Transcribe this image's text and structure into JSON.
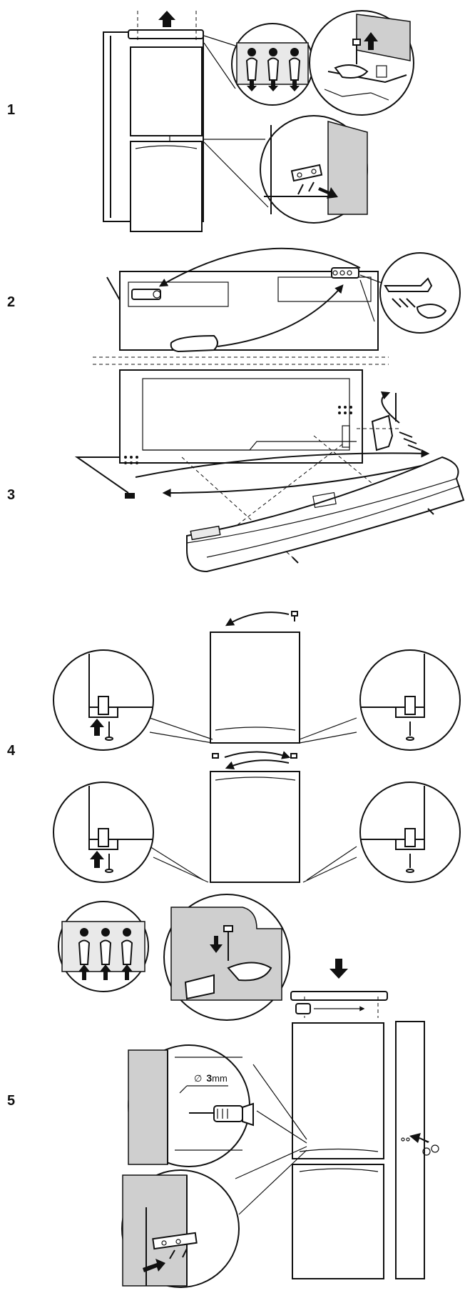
{
  "steps": [
    {
      "label": "1"
    },
    {
      "label": "2"
    },
    {
      "label": "3"
    },
    {
      "label": "4"
    },
    {
      "label": "5"
    }
  ],
  "drill": {
    "symbol": "∅",
    "value": "3",
    "unit": "mm"
  },
  "colors": {
    "line": "#111111",
    "gray": "#cfcfcf",
    "light": "#e9e9e9"
  }
}
